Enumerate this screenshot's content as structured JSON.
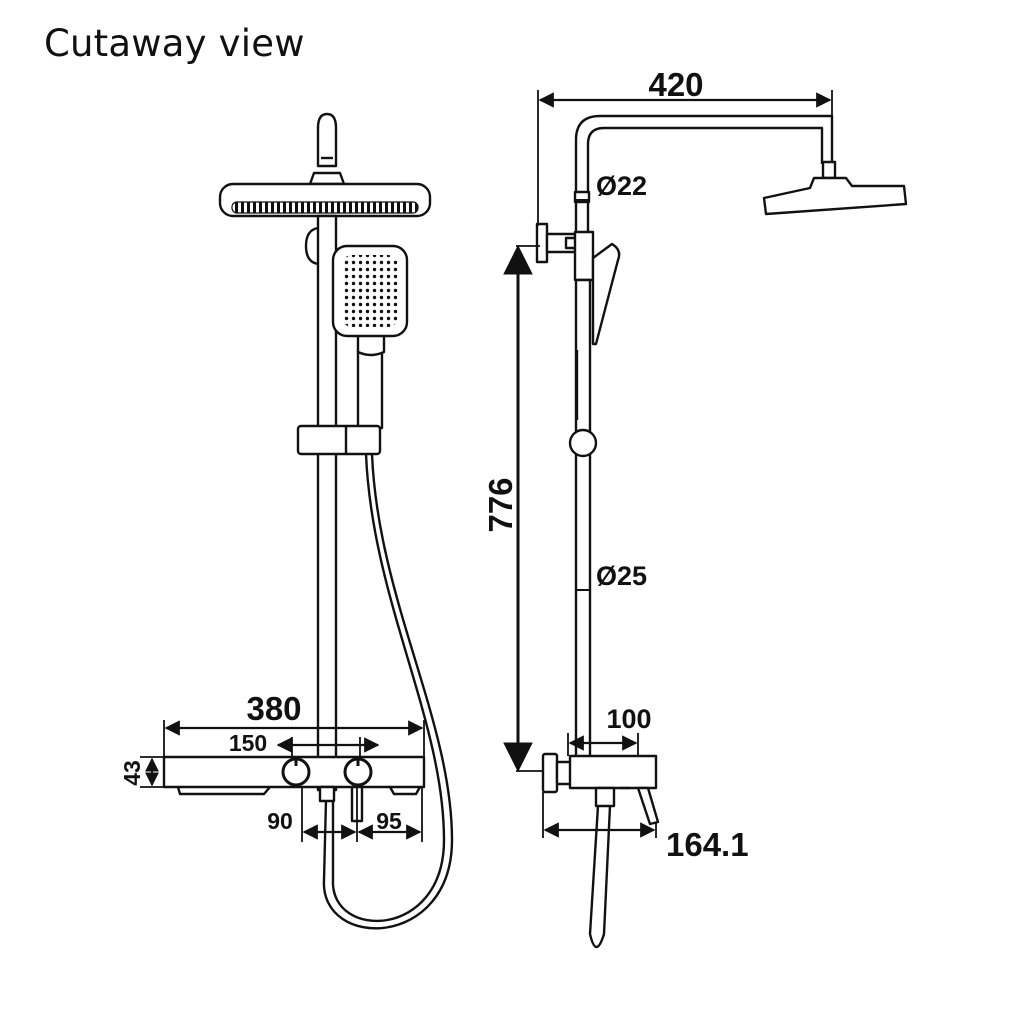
{
  "title": "Cutaway view",
  "front_view": {
    "dimensions": {
      "overall_width": "380",
      "valve_spacing": "150",
      "height": "43",
      "left_offset": "90",
      "right_offset": "95"
    }
  },
  "side_view": {
    "dimensions": {
      "arm_reach": "420",
      "arm_diameter": "Ø22",
      "rail_length": "776",
      "rail_diameter": "Ø25",
      "valve_body": "100",
      "mixer_depth": "164.1"
    }
  },
  "colors": {
    "line": "#111111",
    "background": "#ffffff"
  }
}
